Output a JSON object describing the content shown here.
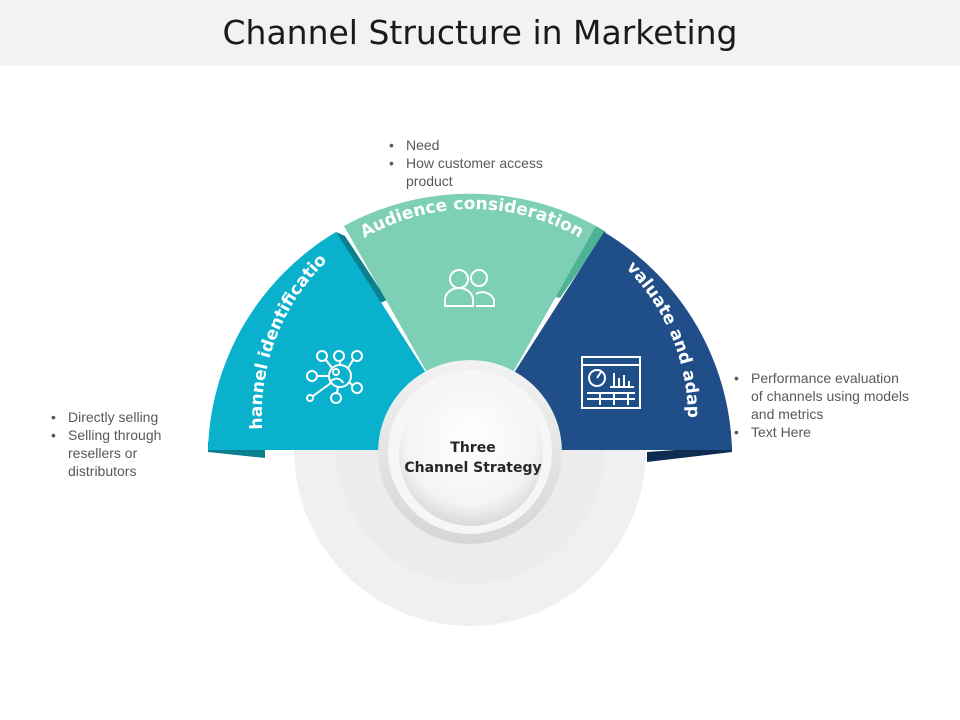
{
  "page": {
    "title": "Channel Structure in Marketing"
  },
  "diagram": {
    "center": {
      "line1": "Three",
      "line2": "Channel Strategy"
    },
    "segments": [
      {
        "label": "Channel identification",
        "icon": "network-icon",
        "color": "#0ab1cd",
        "shadow": "#0a7f8e"
      },
      {
        "label": "Audience consideration",
        "icon": "users-icon",
        "color": "#7dcfb6",
        "shadow": "#4db394"
      },
      {
        "label": "Evaluate and adapt",
        "icon": "dashboard-icon",
        "color": "#1f4e89",
        "shadow": "#0e2c52"
      }
    ]
  },
  "notes": {
    "top": [
      "Need",
      "How customer access product"
    ],
    "left": [
      "Directly selling",
      "Selling through resellers or distributors"
    ],
    "right": [
      "Performance evaluation of channels using models and metrics",
      "Text Here"
    ]
  }
}
